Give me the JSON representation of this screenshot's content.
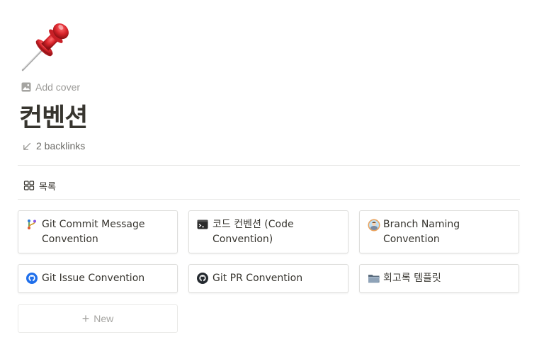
{
  "page": {
    "icon": "pushpin-icon",
    "add_cover_label": "Add cover",
    "title": "컨벤션",
    "backlinks_label": "2 backlinks"
  },
  "view": {
    "tab_label": "목록",
    "tab_icon": "gallery-grid-icon"
  },
  "cards": [
    {
      "title": "Git Commit Message Convention",
      "icon": "git-branch-icon"
    },
    {
      "title": "코드 컨벤션 (Code Convention)",
      "icon": "terminal-icon"
    },
    {
      "title": "Branch Naming Convention",
      "icon": "avatar-sticker-icon"
    },
    {
      "title": "Git Issue Convention",
      "icon": "github-icon"
    },
    {
      "title": "Git PR Convention",
      "icon": "github-icon"
    },
    {
      "title": "회고록 템플릿",
      "icon": "folder-icon"
    }
  ],
  "new_button_label": "New",
  "colors": {
    "text": "#37352f",
    "muted": "#9b9a97",
    "border": "#dededc",
    "pin_red": "#d9252c"
  }
}
